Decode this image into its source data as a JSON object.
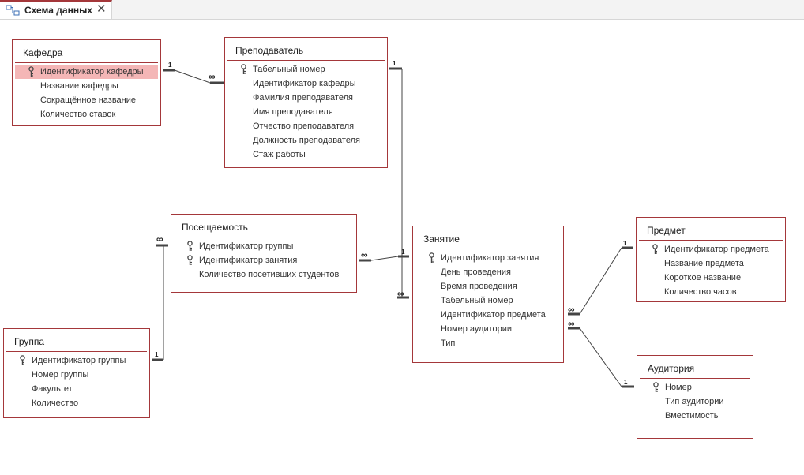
{
  "tab": {
    "title": "Схема данных",
    "close": "✕"
  },
  "tables": {
    "kafedra": {
      "title": "Кафедра",
      "fields": [
        {
          "name": "Идентификатор кафедры",
          "key": true
        },
        {
          "name": "Название кафедры",
          "key": false
        },
        {
          "name": "Сокращённое название",
          "key": false
        },
        {
          "name": "Количество ставок",
          "key": false
        }
      ]
    },
    "prepodavatel": {
      "title": "Преподаватель",
      "fields": [
        {
          "name": "Табельный номер",
          "key": true
        },
        {
          "name": "Идентификатор кафедры",
          "key": false
        },
        {
          "name": "Фамилия преподавателя",
          "key": false
        },
        {
          "name": "Имя преподавателя",
          "key": false
        },
        {
          "name": "Отчество преподавателя",
          "key": false
        },
        {
          "name": "Должность преподавателя",
          "key": false
        },
        {
          "name": "Стаж работы",
          "key": false
        }
      ]
    },
    "poseshchaemost": {
      "title": "Посещаемость",
      "fields": [
        {
          "name": "Идентификатор группы",
          "key": true
        },
        {
          "name": "Идентификатор занятия",
          "key": true
        },
        {
          "name": "Количество посетивших студентов",
          "key": false
        }
      ]
    },
    "zanyatie": {
      "title": "Занятие",
      "fields": [
        {
          "name": "Идентификатор занятия",
          "key": true
        },
        {
          "name": "День проведения",
          "key": false
        },
        {
          "name": "Время проведения",
          "key": false
        },
        {
          "name": "Табельный номер",
          "key": false
        },
        {
          "name": "Идентификатор предмета",
          "key": false
        },
        {
          "name": "Номер аудитории",
          "key": false
        },
        {
          "name": "Тип",
          "key": false
        }
      ]
    },
    "predmet": {
      "title": "Предмет",
      "fields": [
        {
          "name": "Идентификатор предмета",
          "key": true
        },
        {
          "name": "Название предмета",
          "key": false
        },
        {
          "name": "Короткое название",
          "key": false
        },
        {
          "name": "Количество часов",
          "key": false
        }
      ]
    },
    "gruppa": {
      "title": "Группа",
      "fields": [
        {
          "name": "Идентификатор группы",
          "key": true
        },
        {
          "name": "Номер группы",
          "key": false
        },
        {
          "name": "Факультет",
          "key": false
        },
        {
          "name": "Количество",
          "key": false
        }
      ]
    },
    "auditoriya": {
      "title": "Аудитория",
      "fields": [
        {
          "name": "Номер",
          "key": true
        },
        {
          "name": "Тип аудитории",
          "key": false
        },
        {
          "name": "Вместимость",
          "key": false
        }
      ]
    }
  },
  "selected_field": {
    "table": "kafedra",
    "index": 0
  },
  "relationship_labels": {
    "one": "1",
    "many": "∞"
  },
  "colors": {
    "border": "#a4373a",
    "selection": "#f4b6b6",
    "line": "#444444"
  }
}
